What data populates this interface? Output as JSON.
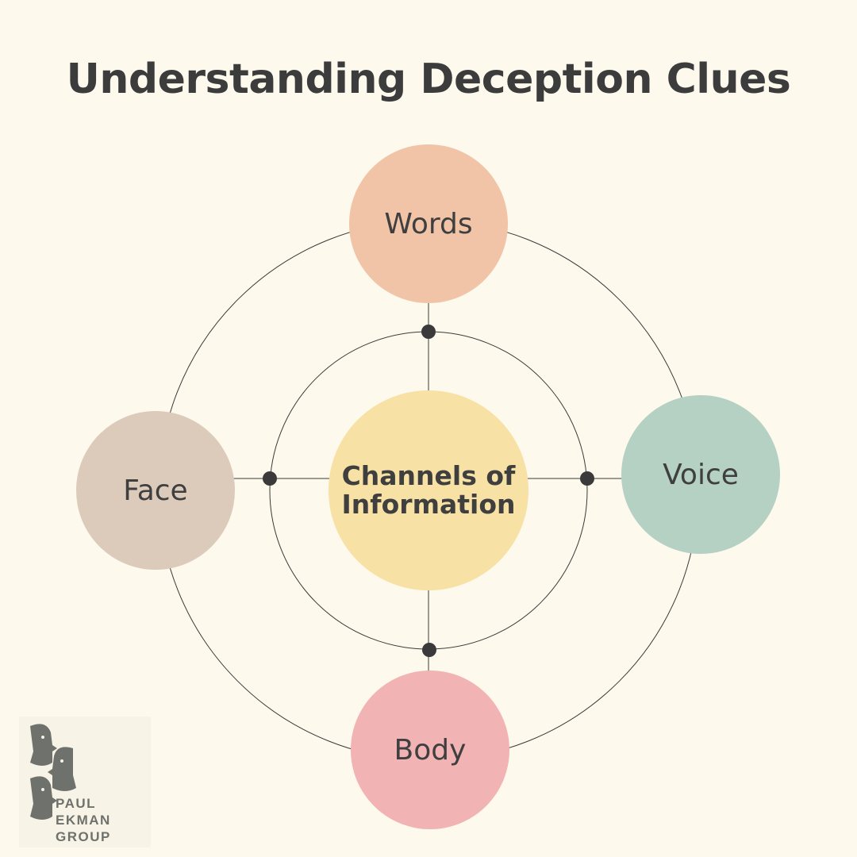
{
  "title": "Understanding Deception Clues",
  "center": {
    "line1": "Channels of",
    "line2": "Information",
    "color": "#f7e1a5"
  },
  "nodes": {
    "top": {
      "label": "Words",
      "color": "#f1c4a7"
    },
    "right": {
      "label": "Voice",
      "color": "#b4d1c4"
    },
    "bottom": {
      "label": "Body",
      "color": "#f1b3b3"
    },
    "left": {
      "label": "Face",
      "color": "#dccbba"
    }
  },
  "logo": {
    "line1": "PAUL",
    "line2": "EKMAN",
    "line3": "GROUP",
    "color": "#6f726c"
  },
  "colors": {
    "background": "#fdf9ec",
    "line": "#3a3a3a",
    "text": "#3c3c3c"
  }
}
